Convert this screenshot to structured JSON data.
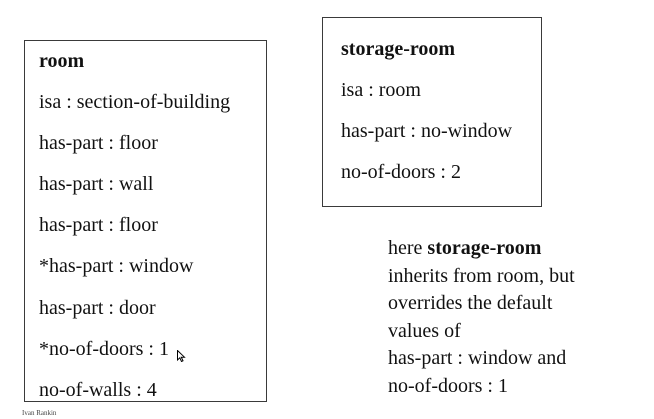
{
  "room_frame": {
    "title": "room",
    "slots": [
      "isa : section-of-building",
      "has-part : floor",
      "has-part : wall",
      "has-part : floor",
      "*has-part : window",
      "has-part : door",
      "*no-of-doors : 1",
      "no-of-walls : 4"
    ]
  },
  "storage_frame": {
    "title": "storage-room",
    "slots": [
      "isa : room",
      "has-part : no-window",
      "no-of-doors : 2"
    ]
  },
  "note": {
    "lead": "here ",
    "highlight": "storage-room",
    "lines": [
      "inherits from room, but",
      "overrides the default",
      "values of",
      "has-part : window and",
      "no-of-doors : 1"
    ]
  },
  "footer": {
    "author": "Ivan Rankin"
  },
  "icons": {
    "cursor": "mouse-pointer-icon"
  }
}
